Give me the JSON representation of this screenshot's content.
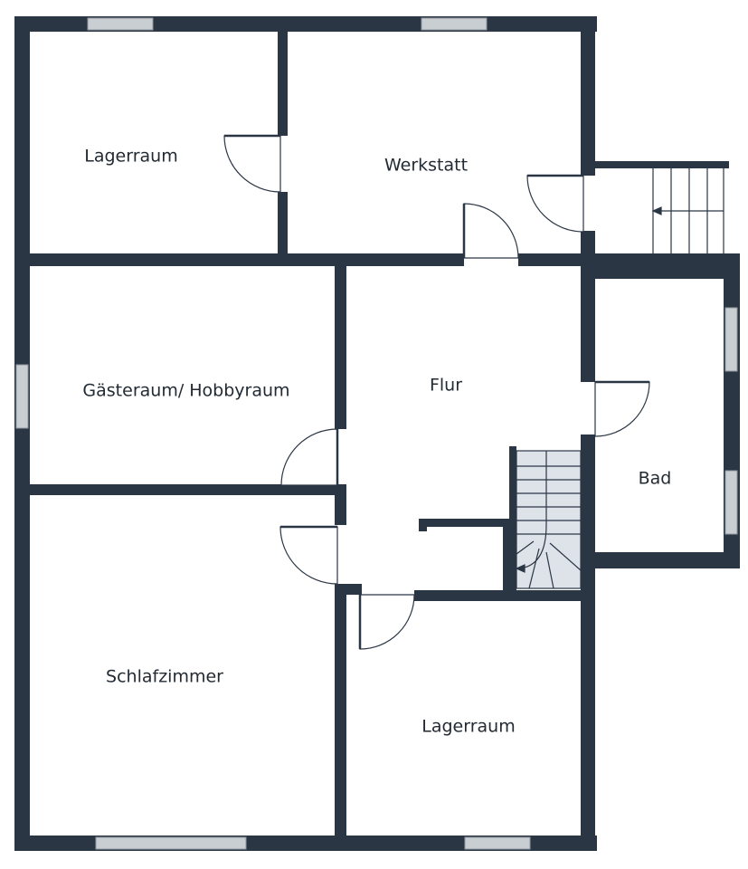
{
  "rooms": [
    {
      "label": "Lagerraum"
    },
    {
      "label": "Werkstatt"
    },
    {
      "label": "Gästeraum/ Hobbyraum"
    },
    {
      "label": "Flur"
    },
    {
      "label": "Bad"
    },
    {
      "label": "Schlafzimmer"
    },
    {
      "label": "Lagerraum"
    }
  ],
  "colors": {
    "wall": "#2b3645",
    "window": "#c9ced3",
    "stair": "#dde3e9"
  }
}
